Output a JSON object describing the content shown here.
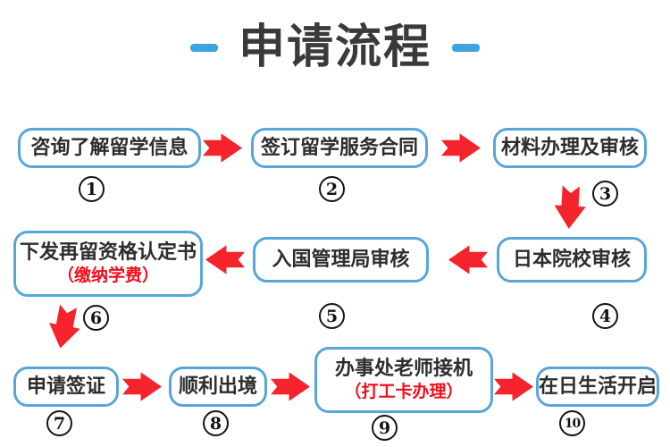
{
  "title": {
    "text": "申请流程"
  },
  "steps": [
    {
      "num": "1",
      "label": "咨询了解留学信息"
    },
    {
      "num": "2",
      "label": "签订留学服务合同"
    },
    {
      "num": "3",
      "label": "材料办理及审核"
    },
    {
      "num": "4",
      "label": "日本院校审核"
    },
    {
      "num": "5",
      "label": "入国管理局审核"
    },
    {
      "num": "6",
      "label": "下发再留资格认定书",
      "sublabel": "（缴纳学费）"
    },
    {
      "num": "7",
      "label": "申请签证"
    },
    {
      "num": "8",
      "label": "顺利出境"
    },
    {
      "num": "9",
      "label": "办事处老师接机",
      "sublabel": "（打工卡办理）"
    },
    {
      "num": "10",
      "label": "在日生活开启"
    }
  ],
  "colors": {
    "box_border": "#58a6d8",
    "arrow_red": "#f5232b",
    "sub_text_red": "#f20d1a",
    "title_dash_blue": "#3fa4dd",
    "title_text": "#3a3a3a",
    "box_text": "#2d2d2d"
  }
}
